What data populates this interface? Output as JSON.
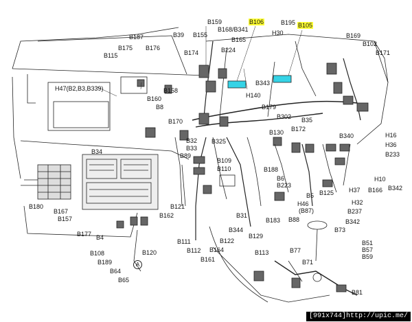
{
  "diagram": {
    "labels": {
      "b106": "B106",
      "b105": "B105",
      "b159": "B159",
      "b195": "B195",
      "b187": "B187",
      "b39": "B39",
      "b155": "B155",
      "b168_b341": "B168/B341",
      "h30": "H30",
      "b169": "B169",
      "b175": "B175",
      "b176": "B176",
      "b165": "B165",
      "b102": "B102",
      "b115": "B115",
      "b174": "B174",
      "b224": "B224",
      "b171": "B171",
      "b343": "B343",
      "h47": "H47(B2,B3,B339)",
      "b158": "B158",
      "h140": "H140",
      "b160": "B160",
      "b8": "B8",
      "b179": "B179",
      "b302": "B302",
      "b35": "B35",
      "b170": "B170",
      "b172": "B172",
      "b130": "B130",
      "b340": "B340",
      "h16": "H16",
      "b32": "B32",
      "b325": "B325",
      "h36": "H36",
      "b33": "B33",
      "b34": "B34",
      "b233": "B233",
      "b89": "B89",
      "b109": "B109",
      "b110": "B110",
      "b188": "B188",
      "b6": "B6",
      "b223": "B223",
      "h10": "H10",
      "b166": "B166",
      "b342a": "B342",
      "h37": "H37",
      "b125": "B125",
      "b5": "B5",
      "h46": "H46",
      "b87": "(B87)",
      "h32": "H32",
      "b180": "B180",
      "b167": "B167",
      "b157": "B157",
      "b121": "B121",
      "b31": "B31",
      "b237": "B237",
      "b162": "B162",
      "b183": "B183",
      "b88": "B88",
      "b342b": "B342",
      "b344": "B344",
      "b73": "B73",
      "b177": "B177",
      "b4": "B4",
      "b129": "B129",
      "b122": "B122",
      "b111": "B111",
      "b112": "B112",
      "b164": "B164",
      "b51": "B51",
      "b57": "B57",
      "b59": "B59",
      "b108": "B108",
      "b120": "B120",
      "b161": "B161",
      "b113": "B113",
      "b77": "B77",
      "b189": "B189",
      "b71": "B71",
      "a": "A",
      "b64": "B64",
      "b65": "B65",
      "b81": "B81"
    }
  },
  "footer": {
    "text": "[991x744]http://upic.me/"
  }
}
